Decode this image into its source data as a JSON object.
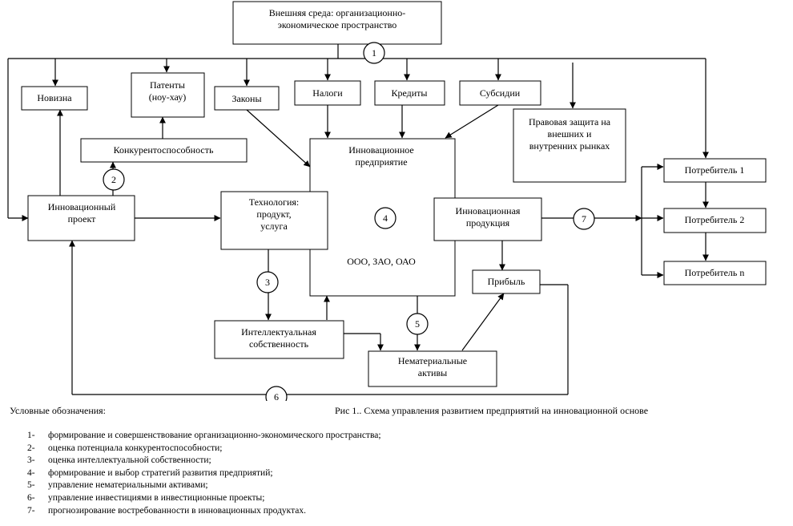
{
  "boxes": {
    "env": [
      "Внешняя среда: организационно-",
      "экономическое пространство"
    ],
    "novelty": [
      "Новизна"
    ],
    "patents": [
      "Патенты",
      "(ноу-хау)"
    ],
    "laws": [
      "Законы"
    ],
    "taxes": [
      "Налоги"
    ],
    "credits": [
      "Кредиты"
    ],
    "subsidies": [
      "Субсидии"
    ],
    "legal": [
      "Правовая защита на",
      "внешних и",
      "внутренних рынках"
    ],
    "competitiveness": [
      "Конкурентоспособность"
    ],
    "enterprise": [
      "Инновационное",
      "предприятие"
    ],
    "project": [
      "Инновационный",
      "проект"
    ],
    "tech": [
      "Технология:",
      "продукт,",
      "услуга"
    ],
    "product": [
      "Инновационная",
      "продукция"
    ],
    "legal_forms": [
      "ООО, ЗАО, ОАО"
    ],
    "profit": [
      "Прибыль"
    ],
    "ip": [
      "Интеллектуальная",
      "собственность"
    ],
    "intangible": [
      "Нематериальные",
      "активы"
    ],
    "consumer1": [
      "Потребитель 1"
    ],
    "consumer2": [
      "Потребитель 2"
    ],
    "consumern": [
      "Потребитель n"
    ]
  },
  "markers": [
    "1",
    "2",
    "3",
    "4",
    "5",
    "6",
    "7"
  ],
  "legend_title": "Условные обозначения:",
  "caption": "Рис 1.. Схема управления развитием предприятий на инновационной основе",
  "legend": [
    {
      "num": "1-",
      "text": "формирование и совершенствование организационно-экономического пространства;"
    },
    {
      "num": "2-",
      "text": "оценка потенциала конкурентоспособности;"
    },
    {
      "num": "3-",
      "text": "оценка интеллектуальной собственности;"
    },
    {
      "num": "4-",
      "text": "формирование и выбор стратегий развития предприятий;"
    },
    {
      "num": "5-",
      "text": "управление нематериальными активами;"
    },
    {
      "num": "6-",
      "text": "управление инвестициями в инвестиционные проекты;"
    },
    {
      "num": "7-",
      "text": "прогнозирование востребованности в инновационных продуктах."
    }
  ]
}
